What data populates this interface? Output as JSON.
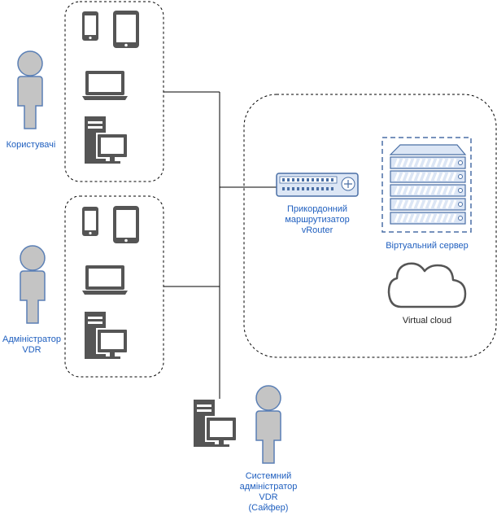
{
  "labels": {
    "users": "Користувачі",
    "admin_vdr_line1": "Адміністратор",
    "admin_vdr_line2": "VDR",
    "router_line1": "Прикордонний",
    "router_line2": "маршрутизатор",
    "router_line3": "vRouter",
    "virtual_server": "Віртуальний сервер",
    "virtual_cloud": "Virtual cloud",
    "sysadmin_line1": "Системний",
    "sysadmin_line2": "адміністратор",
    "sysadmin_line3": "VDR",
    "sysadmin_line4": "(Сайфер)"
  },
  "colors": {
    "person_fill": "#c4c4c4",
    "person_stroke": "#5a7fb5",
    "device_fill": "#555555",
    "server_fill": "#dce6f5",
    "server_stroke": "#4a6fa5",
    "label_blue": "#1f5fbf",
    "line": "#000000"
  },
  "icons": [
    "person-icon",
    "smartphone-icon",
    "tablet-icon",
    "laptop-icon",
    "desktop-pc-icon",
    "router-icon",
    "server-rack-icon",
    "cloud-icon"
  ]
}
